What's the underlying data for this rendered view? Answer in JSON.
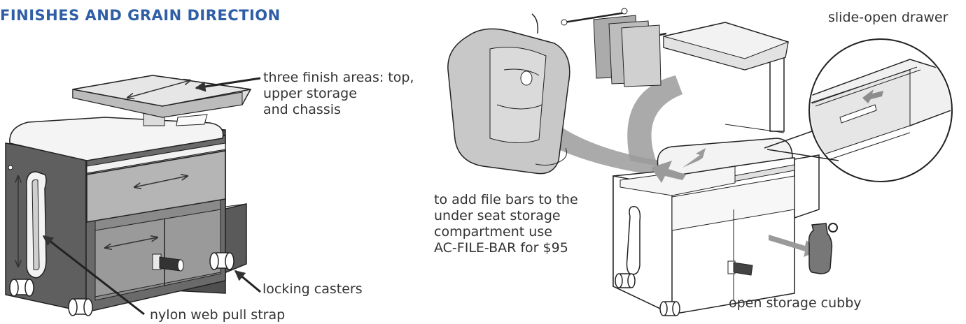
{
  "title": "FINISHES AND GRAIN DIRECTION",
  "colors": {
    "title": "#2f5ea6",
    "text": "#333333",
    "chassis": "#5c5c5c",
    "panel": "#b9b9b9",
    "light_panel": "#e9e9e9",
    "arrow_gray": "#9a9a9a"
  },
  "callouts": {
    "finish_areas": [
      "three finish areas: top,",
      "upper storage",
      "and chassis"
    ],
    "locking_casters": "locking casters",
    "pull_strap": "nylon web pull strap",
    "slide_drawer": "slide-open drawer",
    "file_bars": [
      "to add file bars to the",
      "under seat storage",
      "compartment use",
      "AC-FILE-BAR for $95"
    ],
    "storage_cubby": "open storage cubby"
  }
}
